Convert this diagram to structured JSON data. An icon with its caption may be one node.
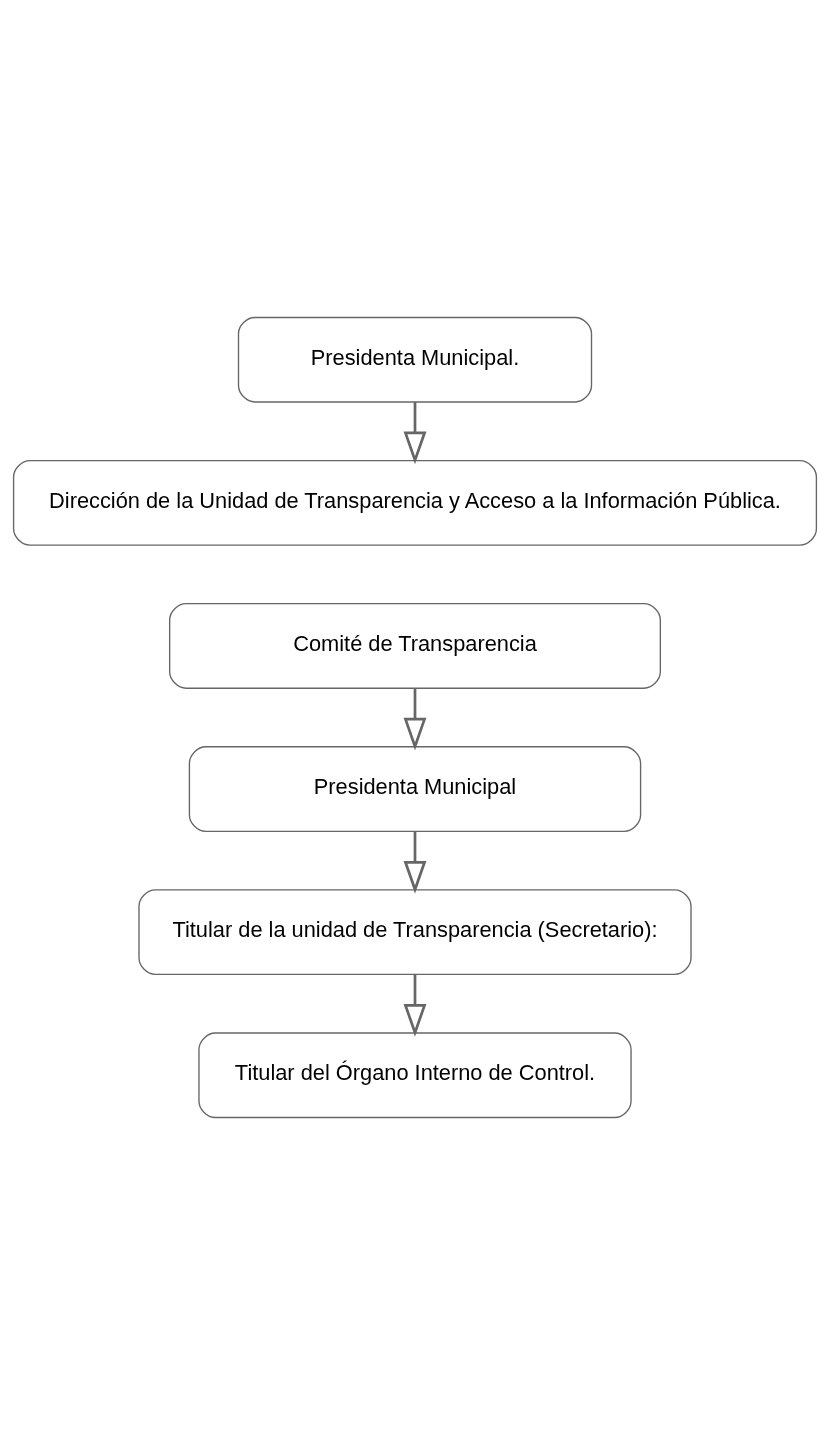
{
  "diagram": {
    "nodes": [
      {
        "text": [
          "Presidenta Municipal."
        ]
      },
      {
        "text": [
          "Dirección de la Unidad de Transparencia y Acceso a la Información Pública."
        ]
      },
      {
        "text": [
          "Comité de Transparencia"
        ]
      },
      {
        "text": [
          "Presidenta Municipal"
        ]
      },
      {
        "text": [
          "Titular de la unidad de Transparencia (Secretario):"
        ]
      },
      {
        "text": [
          "Titular del Órgano Interno de Control."
        ]
      }
    ],
    "edges": [
      {
        "from": 0,
        "to": 1,
        "arrow": "to"
      },
      {
        "from": 2,
        "to": 3,
        "arrow": "to"
      },
      {
        "from": 3,
        "to": 4,
        "arrow": "to"
      },
      {
        "from": 4,
        "to": 5,
        "arrow": "to"
      }
    ]
  }
}
